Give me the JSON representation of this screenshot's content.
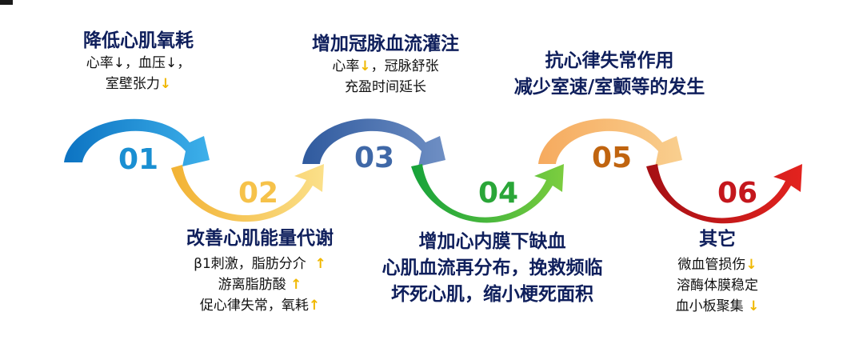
{
  "colors": {
    "step1": "#1a8fd2",
    "step2": "#f6c24a",
    "step3": "#3f68a7",
    "step4": "#2aa638",
    "step5": "#f5a15a",
    "step6": "#c4171d",
    "title_text": "#0f1f5c",
    "up_down_arrow": "#f0b800"
  },
  "steps": [
    {
      "number": "01",
      "title": "降低心肌氧耗",
      "lines": [
        {
          "text": "心率",
          "arrow": "↓",
          "text2": "，血压",
          "arrow2": "↓",
          "text3": "，"
        },
        {
          "text": "室壁张力",
          "arrow": "↓"
        }
      ]
    },
    {
      "number": "02",
      "title": "改善心肌能量代谢",
      "lines": [
        {
          "text": "β1刺激，脂肪分介",
          "arrow": "↑"
        },
        {
          "text": "游离脂肪酸",
          "arrow": "↑"
        },
        {
          "text": "促心律失常，氧耗",
          "arrow": "↑"
        }
      ]
    },
    {
      "number": "03",
      "title": "增加冠脉血流灌注",
      "lines": [
        {
          "text": "心率",
          "arrow": "↓",
          "text2": "，冠脉舒张"
        },
        {
          "text": "充盈时间延长"
        }
      ]
    },
    {
      "number": "04",
      "lines": [
        {
          "text": "增加心内膜下缺血"
        },
        {
          "text": "心肌血流再分布，挽救频临"
        },
        {
          "text": "坏死心肌，缩小梗死面积"
        }
      ]
    },
    {
      "number": "05",
      "lines": [
        {
          "text": "抗心律失常作用"
        },
        {
          "text": "减少室速/室颤等的发生"
        }
      ]
    },
    {
      "number": "06",
      "title": "其它",
      "lines": [
        {
          "text": "微血管损伤",
          "arrow": "↓"
        },
        {
          "text": "溶酶体膜稳定"
        },
        {
          "text": "血小板聚集",
          "arrow": "↓"
        }
      ]
    }
  ]
}
